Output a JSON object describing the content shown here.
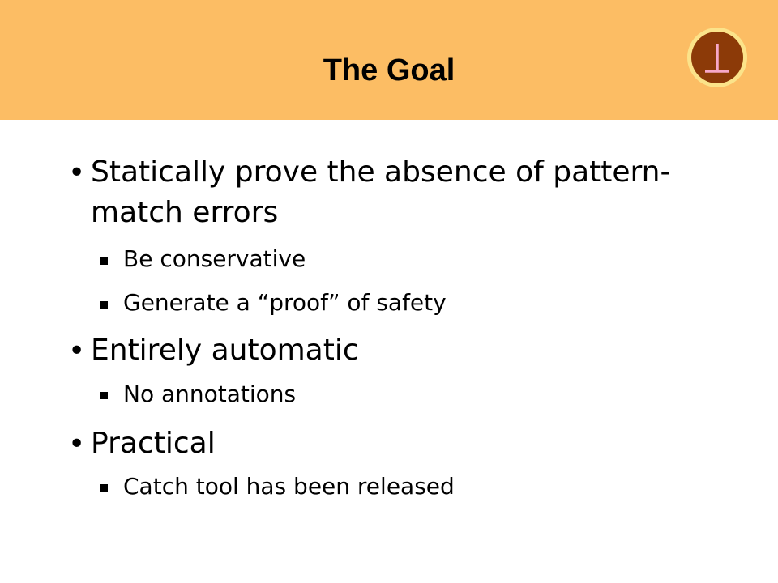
{
  "slide": {
    "title": "The Goal",
    "logo_icon": "perpendicular-symbol-icon",
    "colors": {
      "header_background": "#fcbd64",
      "logo_ring": "#fbe38a",
      "logo_fill": "#8c3a08",
      "logo_symbol": "#f7a8c8"
    },
    "bullets": [
      {
        "text": "Statically prove the absence of pattern-match errors",
        "line1": "Statically prove the absence of pattern-",
        "line2": "match errors",
        "subbullets": [
          "Be conservative",
          "Generate a “proof” of safety"
        ]
      },
      {
        "text": "Entirely automatic",
        "subbullets": [
          "No annotations"
        ]
      },
      {
        "text": "Practical",
        "subbullets": [
          "Catch tool has been released"
        ]
      }
    ]
  }
}
